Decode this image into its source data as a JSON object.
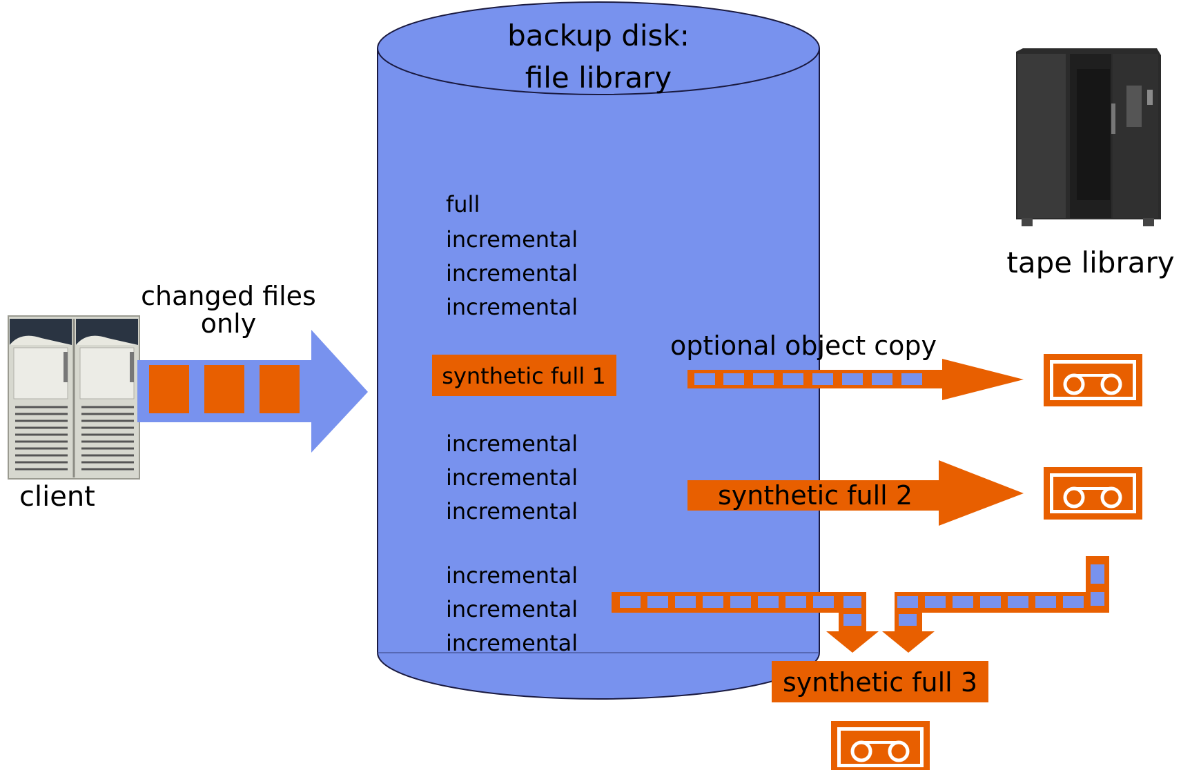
{
  "disk": {
    "title_line1": "backup disk:",
    "title_line2": "file library",
    "entries": [
      "full",
      "incremental",
      "incremental",
      "incremental",
      "synthetic full 1",
      "incremental",
      "incremental",
      "incremental",
      "incremental",
      "incremental",
      "incremental"
    ]
  },
  "client": {
    "label": "client",
    "arrow_label_line1": "changed files",
    "arrow_label_line2": "only"
  },
  "tape_library": {
    "label": "tape library"
  },
  "flows": {
    "object_copy_label": "optional object copy",
    "synthetic_full_2": "synthetic full 2",
    "synthetic_full_3": "synthetic full 3"
  },
  "colors": {
    "disk_blue": "#7892ee",
    "accent_orange": "#e85f00",
    "text": "#000000"
  }
}
